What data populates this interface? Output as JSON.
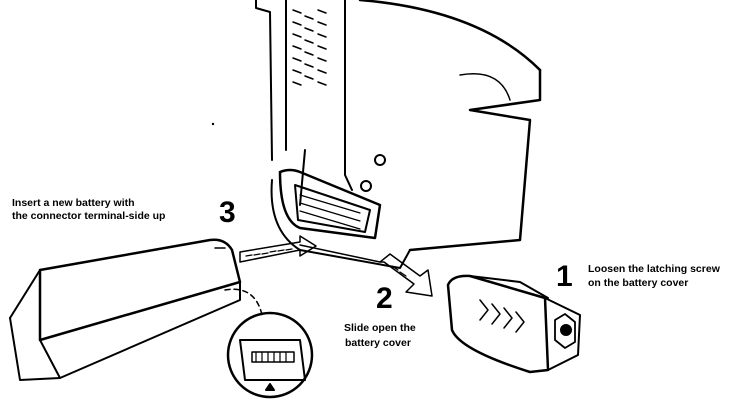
{
  "steps": [
    {
      "number": "1",
      "text_line1": "Loosen the latching screw",
      "text_line2": "on the battery cover"
    },
    {
      "number": "2",
      "text_line1": "Slide open the",
      "text_line2": "battery cover"
    },
    {
      "number": "3",
      "text_line1": "Insert  a new battery with",
      "text_line2": "the connector terminal-side up"
    }
  ],
  "colors": {
    "ink": "#000000",
    "paper": "#ffffff"
  }
}
